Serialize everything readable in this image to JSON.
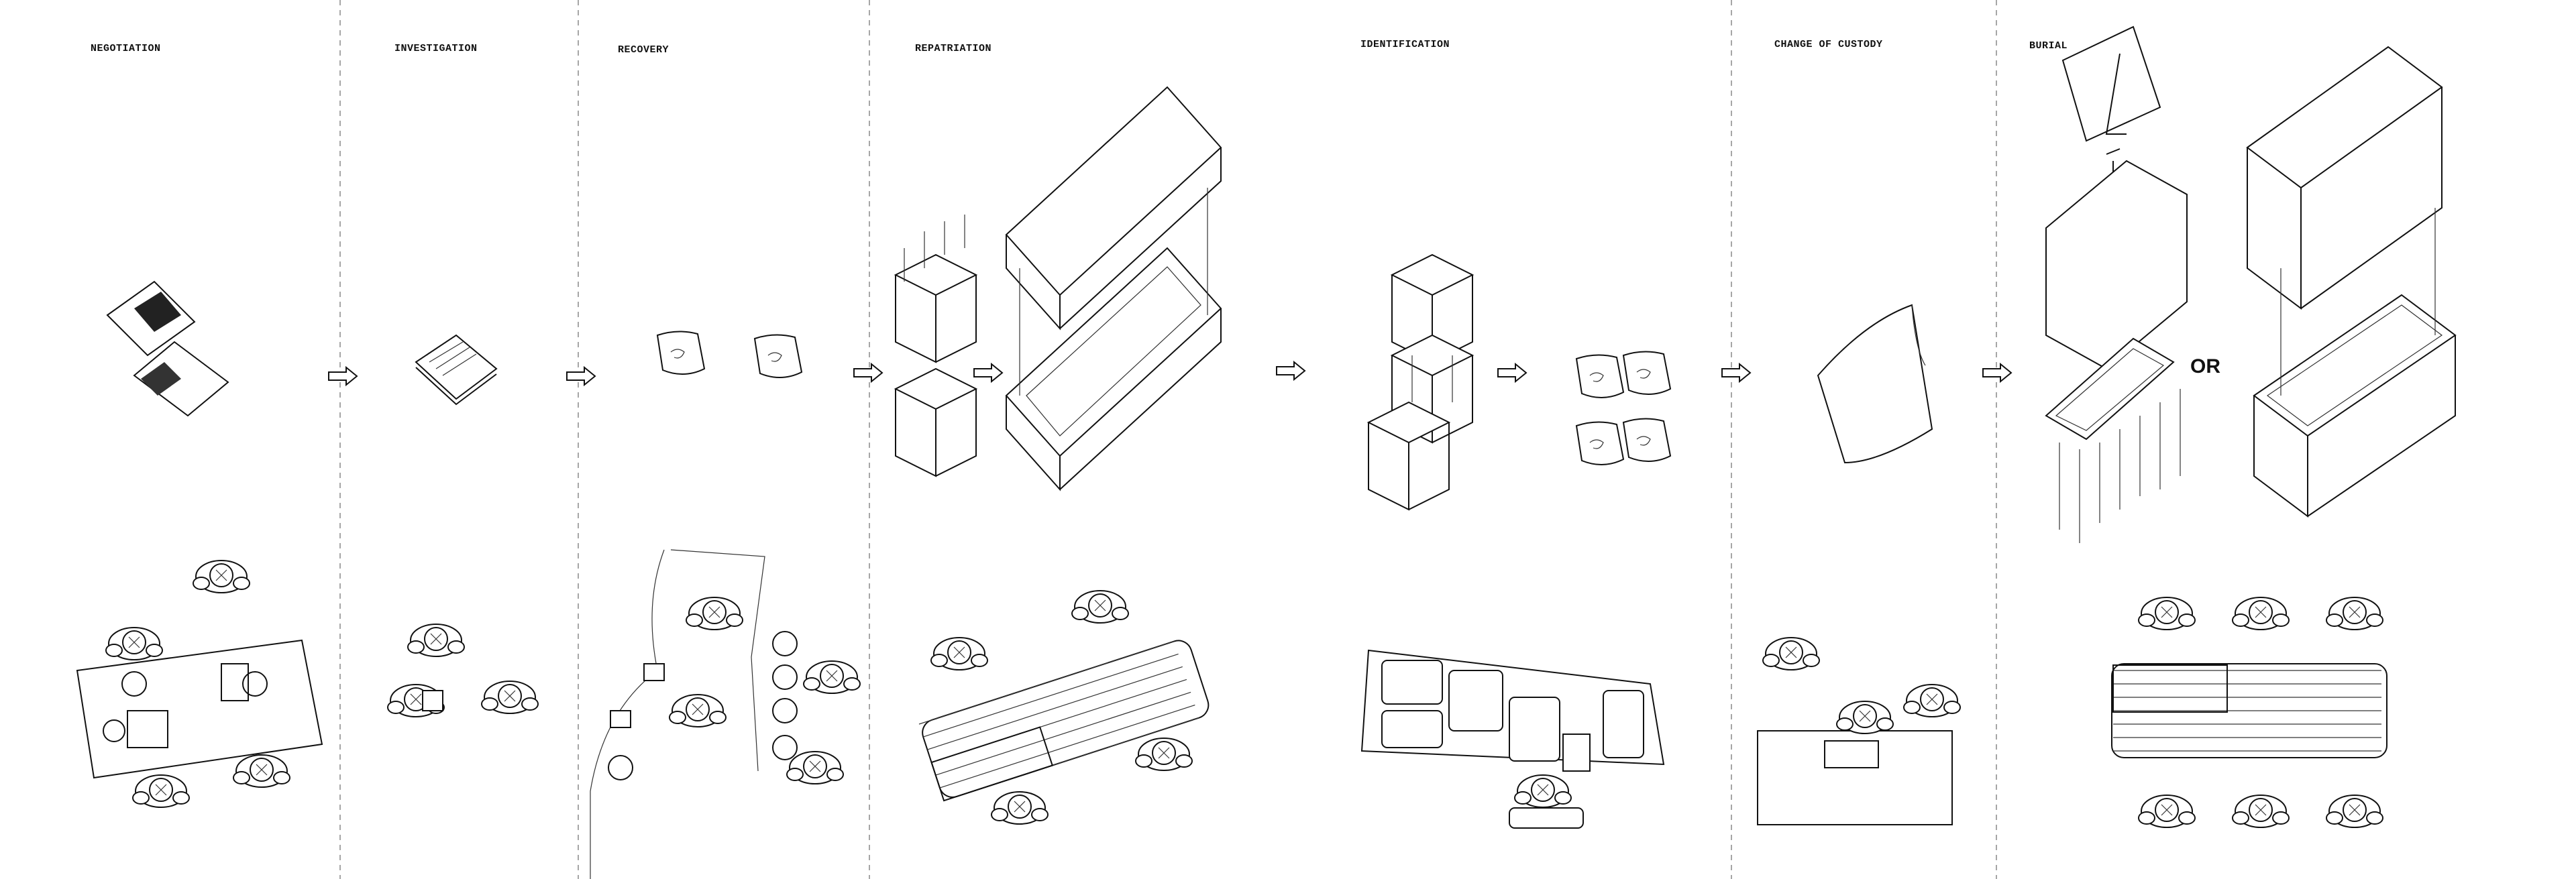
{
  "stages": [
    {
      "label": "NEGOTIATION"
    },
    {
      "label": "INVESTIGATION"
    },
    {
      "label": "RECOVERY"
    },
    {
      "label": "REPATRIATION"
    },
    {
      "label": "IDENTIFICATION"
    },
    {
      "label": "CHANGE OF CUSTODY"
    },
    {
      "label": "BURIAL"
    }
  ],
  "burial_alternative": "OR",
  "icons": [
    "arrow-right-icon",
    "person-topdown-icon",
    "flag-icon",
    "casket-icon",
    "document-icon",
    "bag-icon"
  ]
}
